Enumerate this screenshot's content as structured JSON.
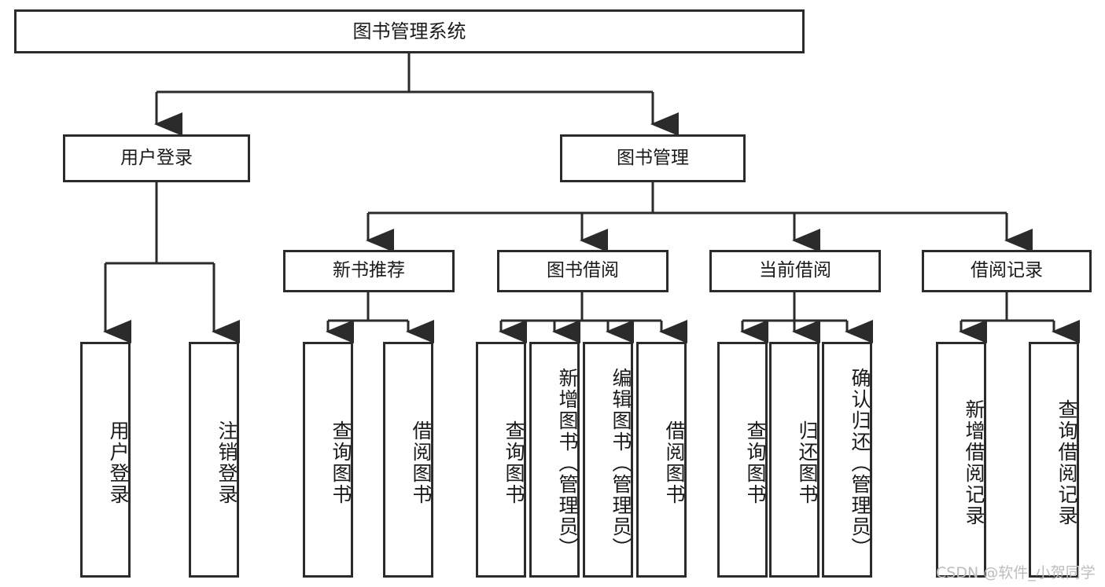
{
  "diagram": {
    "type": "tree",
    "title": "图书管理系统",
    "orientation": "top-down",
    "colors": {
      "background": "#ffffff",
      "box_border": "#2b2b2b",
      "box_fill": "#ffffff",
      "edge": "#2b2b2b",
      "text": "#1a1a1a",
      "watermark": "#bdbdbd"
    },
    "root": {
      "label": "图书管理系统"
    },
    "level1": [
      {
        "label": "用户登录"
      },
      {
        "label": "图书管理"
      }
    ],
    "level2": [
      {
        "label": "新书推荐"
      },
      {
        "label": "图书借阅"
      },
      {
        "label": "当前借阅"
      },
      {
        "label": "借阅记录"
      }
    ],
    "leaves": {
      "user_login": [
        {
          "label": "用户登录"
        },
        {
          "label": "注销登录"
        }
      ],
      "new_book_recommend": [
        {
          "label": "查询图书"
        },
        {
          "label": "借阅图书"
        }
      ],
      "book_borrow": [
        {
          "label": "查询图书"
        },
        {
          "label": "新增图书（管理员）"
        },
        {
          "label": "编辑图书（管理员）"
        },
        {
          "label": "借阅图书"
        }
      ],
      "current_borrow": [
        {
          "label": "查询图书"
        },
        {
          "label": "归还图书"
        },
        {
          "label": "确认归还（管理员）"
        }
      ],
      "borrow_record": [
        {
          "label": "新增借阅记录"
        },
        {
          "label": "查询借阅记录"
        }
      ]
    }
  },
  "watermark": {
    "text": "CSDN @软件_小贺同学"
  }
}
